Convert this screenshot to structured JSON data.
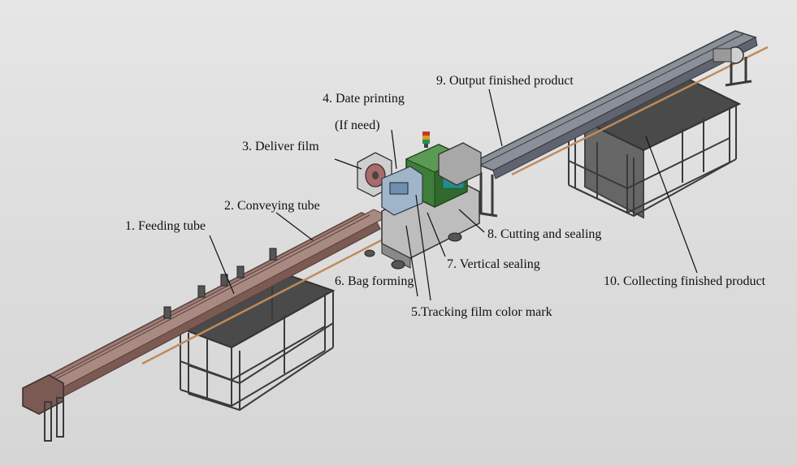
{
  "labels": {
    "feeding_tube": "1. Feeding tube",
    "conveying_tube": "2. Conveying tube",
    "deliver_film": "3. Deliver film",
    "date_printing": "4. Date printing",
    "if_need": "(If need)",
    "tracking_mark": "5.Tracking film color mark",
    "bag_forming": "6. Bag forming",
    "vertical_sealing": "7. Vertical sealing",
    "cutting_sealing": "8. Cutting and sealing",
    "output_product": "9. Output finished product",
    "collecting_product": "10. Collecting finished product"
  },
  "colors": {
    "background": "#dedede",
    "conveyor": "#9a7a72",
    "conveyor_dark": "#7a5a52",
    "machine_green": "#3f7d3a",
    "frame": "#3a3a3a",
    "table_top": "#4a4a4a",
    "rod": "#c08a5a"
  }
}
